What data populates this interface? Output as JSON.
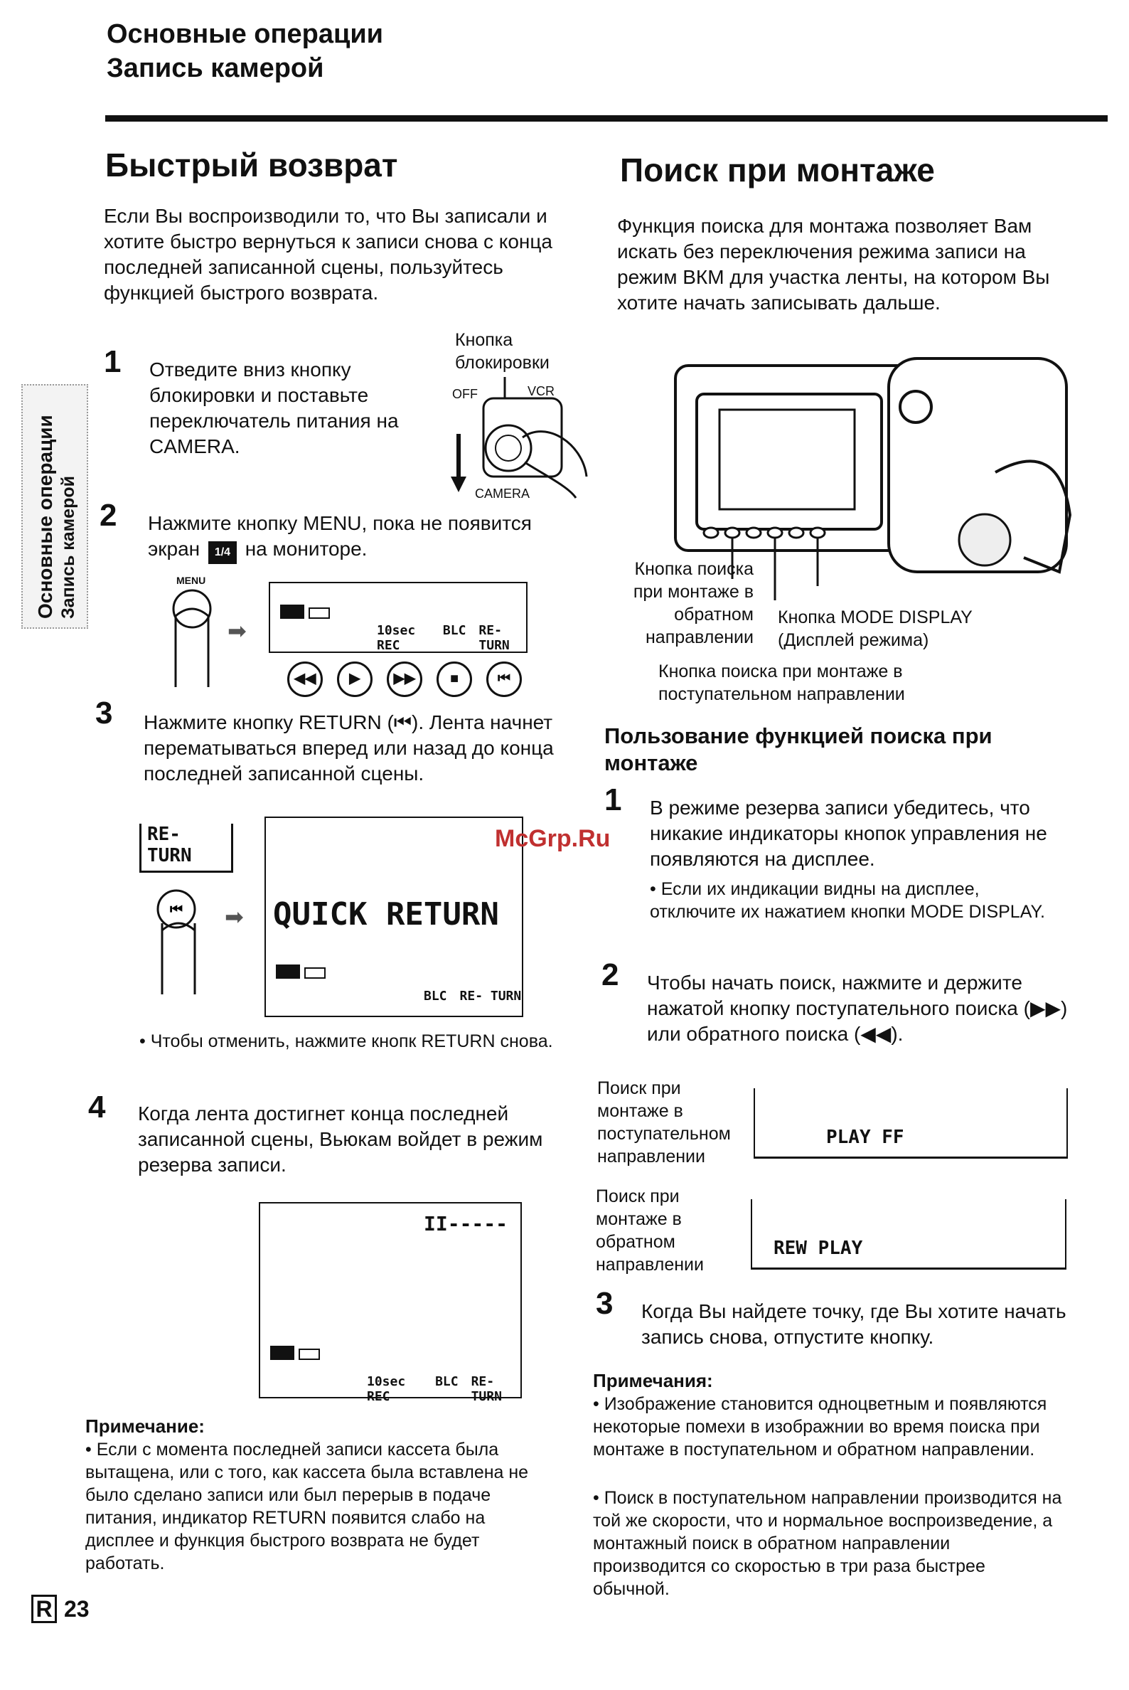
{
  "header": {
    "line1": "Основные операции",
    "line2": "Запись камерой"
  },
  "side_tab": {
    "line1": "Основные операции",
    "line2": "Запись камерой"
  },
  "left": {
    "title": "Быстрый возврат",
    "intro": "Если Вы воспроизводили то, что Вы записали и хотите быстро вернуться к записи снова с конца последней записанной сцены, пользуйтесь функцией быстрого возврата.",
    "step1_num": "1",
    "step1": "Отведите вниз кнопку блокировки и поставьте переключатель питания на CAMERA.",
    "lock_label_1": "Кнопка",
    "lock_label_2": "блокировки",
    "off_label": "OFF",
    "vcr_label": "VCR",
    "camera_label": "CAMERA",
    "step2_num": "2",
    "step2_a": "Нажмите кнопку MENU, пока не появится экран",
    "step2_icon": "1/4",
    "step2_b": "на мониторе.",
    "menu_label": "MENU",
    "lcd1_items": [
      "10sec REC",
      "BLC",
      "RE- TURN"
    ],
    "button_icons": [
      "rewind-icon",
      "play-icon",
      "fast-forward-icon",
      "stop-icon",
      "return-icon"
    ],
    "step3_num": "3",
    "step3": "Нажмите кнопку RETURN (⏮). Лента начнет перематываться вперед или назад до конца последней записанной сцены.",
    "return_box_1": "RE-",
    "return_box_2": "TURN",
    "quick_return": "QUICK RETURN",
    "lcd2_items": [
      "BLC",
      "RE- TURN"
    ],
    "cancel_note": "• Чтобы отменить, нажмите кнопк RETURN снова.",
    "step4_num": "4",
    "step4": "Когда лента достигнет конца последней записанной сцены, Вьюкам войдет в режим резерва записи.",
    "lcd3_pause": "II-----",
    "lcd3_items": [
      "10sec REC",
      "BLC",
      "RE- TURN"
    ],
    "note_title": "Примечание:",
    "note": "• Если с момента последней записи кассета была вытащена, или с того, как кассета была вставлена не было сделано записи или был перерыв в подаче питания, индикатор RETURN появится слабо на дисплее и функция быстрого возврата не будет работать."
  },
  "right": {
    "title": "Поиск при монтаже",
    "intro": "Функция поиска для монтажа позволяет Вам искать без переключения режима записи на режим ВКМ для участка ленты, на котором Вы хотите начать записывать дальше.",
    "callout_reverse": "Кнопка поиска при монтаже в обратном направлении",
    "callout_mode": "Кнопка MODE DISPLAY (Дисплей режима)",
    "callout_forward": "Кнопка поиска при монтаже в поступательном направлении",
    "watermark": "McGrp.Ru",
    "sub_title": "Пользование функцией поиска при монтаже",
    "step1_num": "1",
    "step1": "В режиме резерва записи убедитесь, что никакие индикаторы кнопок управления не появляются на дисплее.",
    "step1_bullet": "• Если их индикации видны на дисплее, отключите их нажатием кнопки MODE DISPLAY.",
    "step2_num": "2",
    "step2": "Чтобы начать поиск, нажмите и держите нажатой кнопку поступательного поиска (▶▶) или обратного поиска (◀◀).",
    "fwd_label": "Поиск при монтаже в поступательном направлении",
    "fwd_lcd": "PLAY FF",
    "rev_label": "Поиск при монтаже в обратном направлении",
    "rev_lcd": "REW PLAY",
    "step3_num": "3",
    "step3": "Когда Вы найдете точку, где Вы хотите начать запись снова, отпустите кнопку.",
    "notes_title": "Примечания:",
    "note1": "• Изображение становится одноцветным и появляются некоторые помехи в изображнии во время поиска при монтаже в поступательном и обратном направлении.",
    "note2": "• Поиск в поступательном направлении производится на той же скорости, что и нормальное воспроизведение, а монтажный поиск в обратном направлении производится со скоростью в три раза быстрее обычной."
  },
  "footer": {
    "region": "R",
    "page": "23"
  }
}
